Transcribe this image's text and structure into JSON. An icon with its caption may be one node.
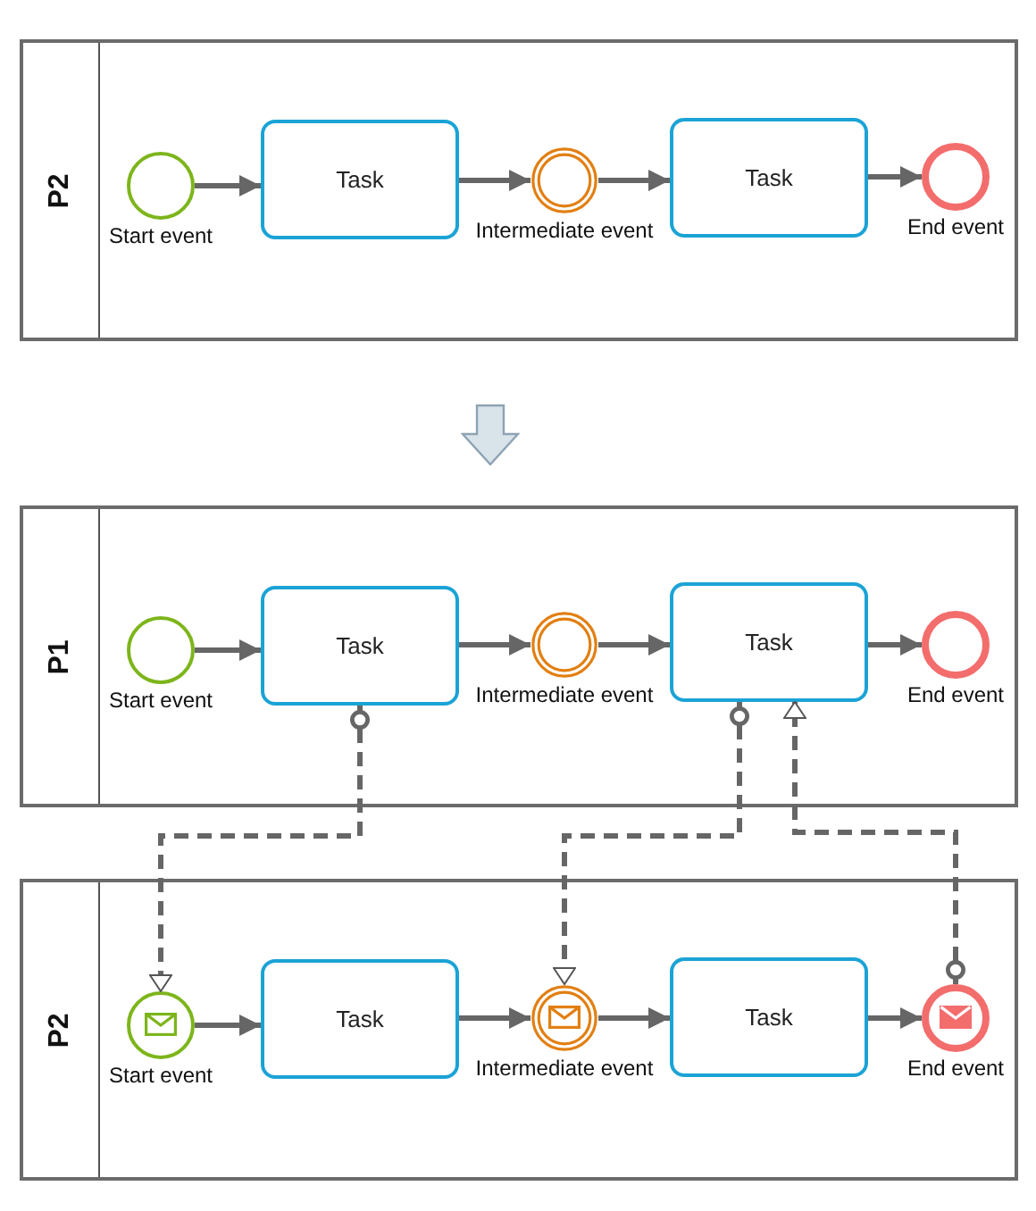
{
  "diagram": {
    "nodes": [
      {
        "text": [
          "P2"
        ]
      },
      {
        "text": [
          "Start event"
        ],
        "in": 0
      },
      {
        "text": [
          "Task"
        ],
        "in": 0
      },
      {
        "text": [
          "Intermediate event"
        ],
        "in": 0
      },
      {
        "text": [
          "Task"
        ],
        "in": 0
      },
      {
        "text": [
          "End event"
        ],
        "in": 0
      },
      {
        "text": [
          "P1"
        ]
      },
      {
        "text": [
          "Start event"
        ],
        "in": 6
      },
      {
        "text": [
          "Task"
        ],
        "in": 6
      },
      {
        "text": [
          "Intermediate event"
        ],
        "in": 6
      },
      {
        "text": [
          "Task"
        ],
        "in": 6
      },
      {
        "text": [
          "End event"
        ],
        "in": 6
      },
      {
        "text": [
          "P2"
        ]
      },
      {
        "text": [
          "Start event"
        ],
        "in": 12
      },
      {
        "text": [
          "Task"
        ],
        "in": 12
      },
      {
        "text": [
          "Intermediate event"
        ],
        "in": 12
      },
      {
        "text": [
          "Task"
        ],
        "in": 12
      },
      {
        "text": [
          "End event"
        ],
        "in": 12
      }
    ],
    "edges": [
      {
        "from": 1,
        "to": 2,
        "arrow": "to"
      },
      {
        "from": 2,
        "to": 3,
        "arrow": "to"
      },
      {
        "from": 3,
        "to": 4,
        "arrow": "to"
      },
      {
        "from": 4,
        "to": 5,
        "arrow": "to"
      },
      {
        "from": 7,
        "to": 8,
        "arrow": "to"
      },
      {
        "from": 8,
        "to": 9,
        "arrow": "to"
      },
      {
        "from": 9,
        "to": 10,
        "arrow": "to"
      },
      {
        "from": 10,
        "to": 11,
        "arrow": "to"
      },
      {
        "from": 13,
        "to": 14,
        "arrow": "to"
      },
      {
        "from": 14,
        "to": 15,
        "arrow": "to"
      },
      {
        "from": 15,
        "to": 16,
        "arrow": "to"
      },
      {
        "from": 16,
        "to": 17,
        "arrow": "to"
      },
      {
        "from": 8,
        "to": 13,
        "arrow": "to",
        "style": "dashed"
      },
      {
        "from": 10,
        "to": 15,
        "arrow": "to",
        "style": "dashed"
      },
      {
        "from": 17,
        "to": 10,
        "arrow": "to",
        "style": "dashed"
      }
    ]
  }
}
